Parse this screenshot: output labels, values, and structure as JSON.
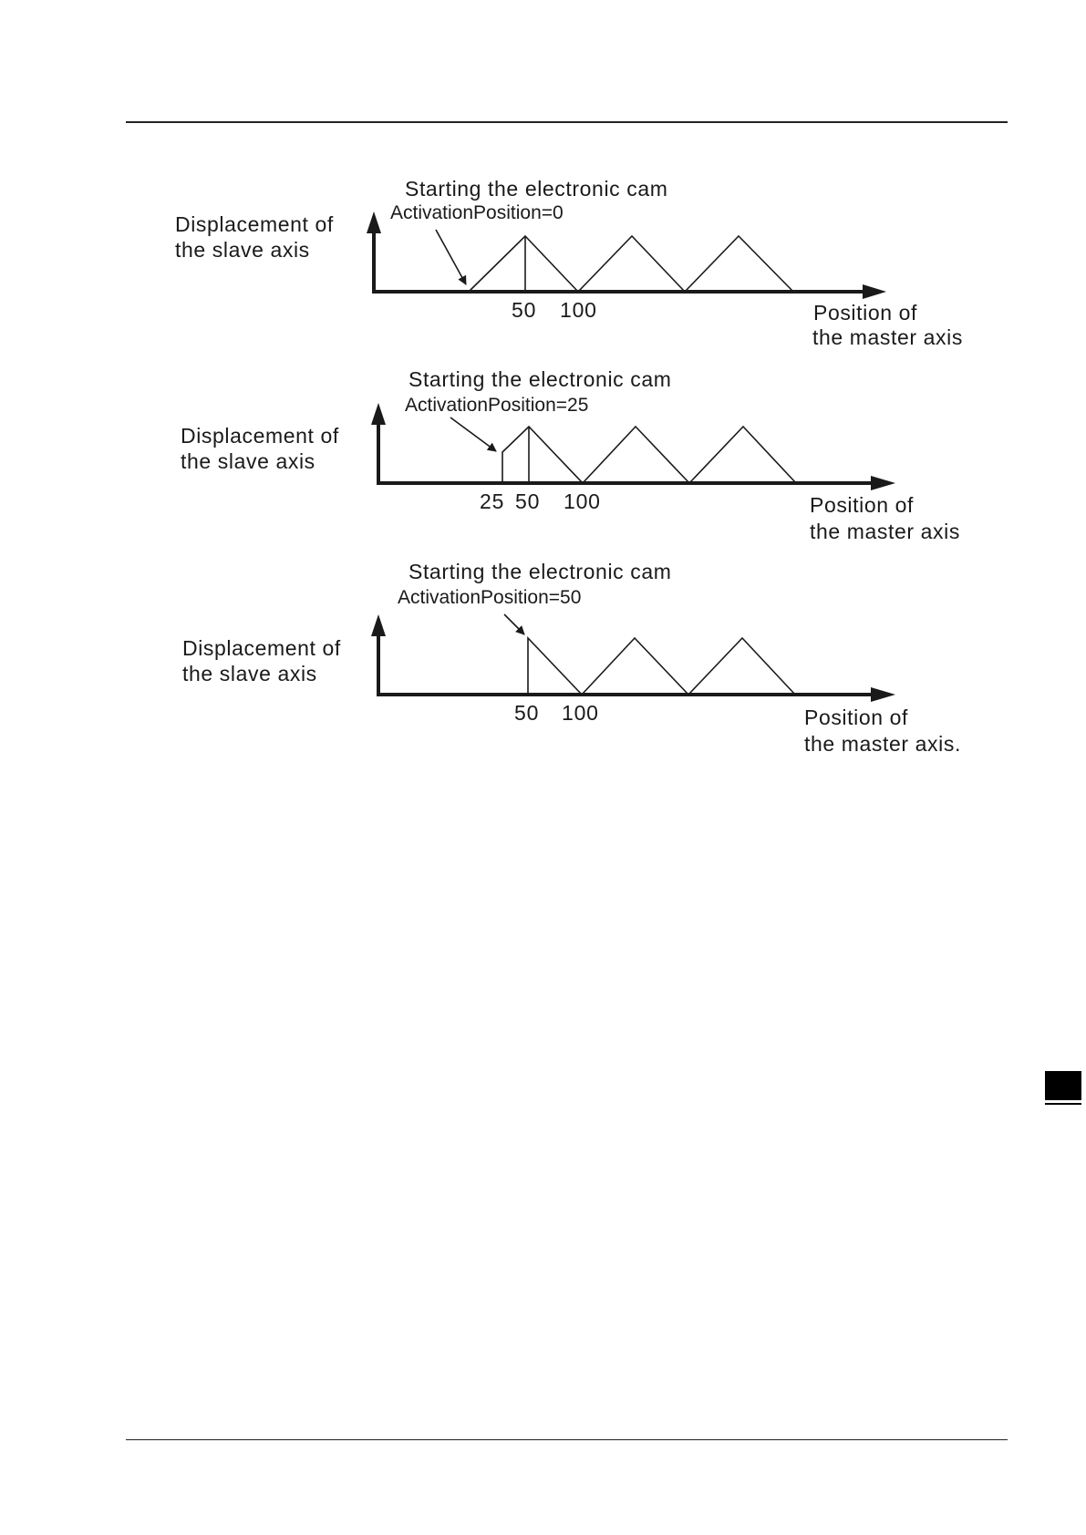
{
  "diagrams": [
    {
      "title": "Starting the electronic cam",
      "activation": "ActivationPosition=0",
      "ylabel": [
        "Displacement of",
        "the slave axis"
      ],
      "xlabel": [
        "Position of",
        "the master axis"
      ],
      "ticks": [
        "50",
        "100"
      ]
    },
    {
      "title": "Starting the electronic cam",
      "activation": "ActivationPosition=25",
      "ylabel": [
        "Displacement of",
        "the slave axis"
      ],
      "xlabel": [
        "Position of",
        "the master axis"
      ],
      "ticks": [
        "25",
        "50",
        "100"
      ]
    },
    {
      "title": "Starting the electronic cam",
      "activation": "ActivationPosition=50",
      "ylabel": [
        "Displacement of",
        "the slave axis"
      ],
      "xlabel": [
        "Position of",
        "the master axis."
      ],
      "ticks": [
        "50",
        "100"
      ]
    }
  ]
}
